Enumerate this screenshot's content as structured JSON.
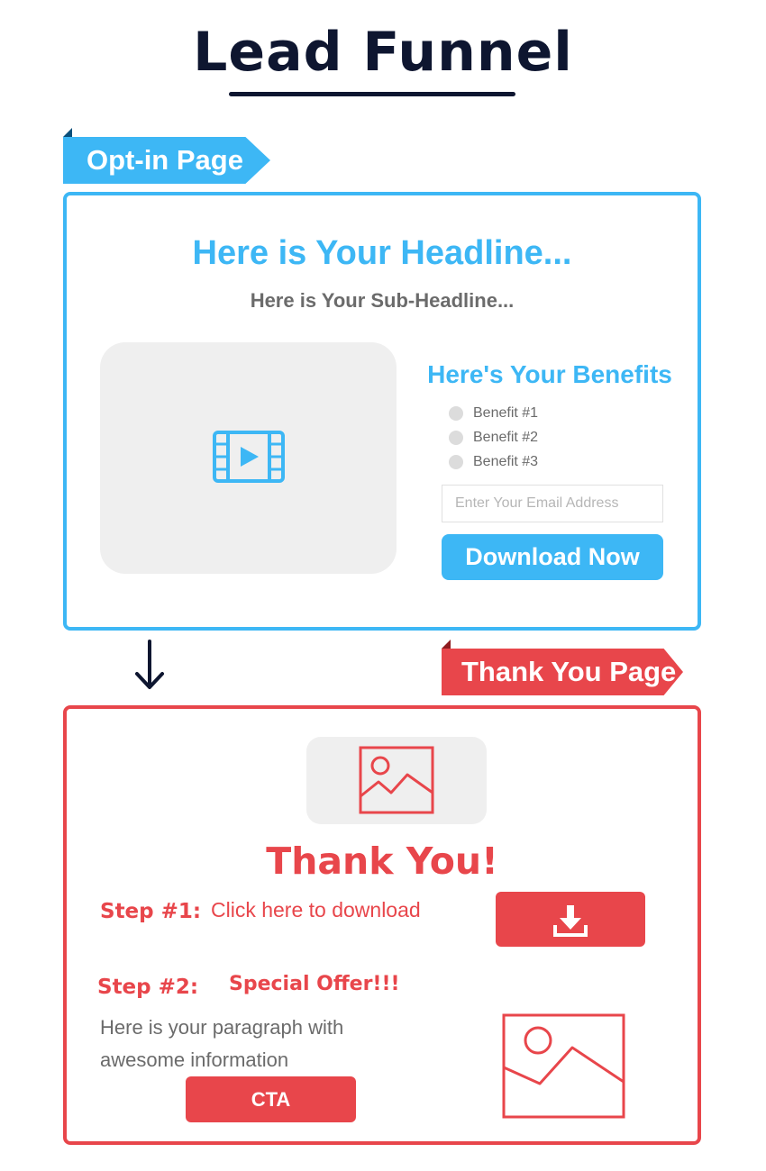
{
  "title": "Lead Funnel",
  "optin": {
    "tag": "Opt-in Page",
    "headline": "Here is Your Headline...",
    "subheadline": "Here is Your Sub-Headline...",
    "video_icon": "video-play-icon",
    "benefits_title": "Here's Your Benefits",
    "benefits": [
      "Benefit #1",
      "Benefit #2",
      "Benefit #3"
    ],
    "email_placeholder": "Enter Your Email Address",
    "button_label": "Download Now",
    "accent_color": "#3db7f5"
  },
  "connector_icon": "arrow-down-icon",
  "thankyou": {
    "tag": "Thank You Page",
    "image_icon": "image-placeholder-icon",
    "heading": "Thank You!",
    "step1_label": "Step #1:",
    "step1_text": "Click here to download",
    "download_icon": "download-icon",
    "step2_label": "Step #2:",
    "special_offer": "Special Offer!!!",
    "paragraph": "Here is your paragraph with awesome information",
    "cta_label": "CTA",
    "accent_color": "#e8464b"
  }
}
